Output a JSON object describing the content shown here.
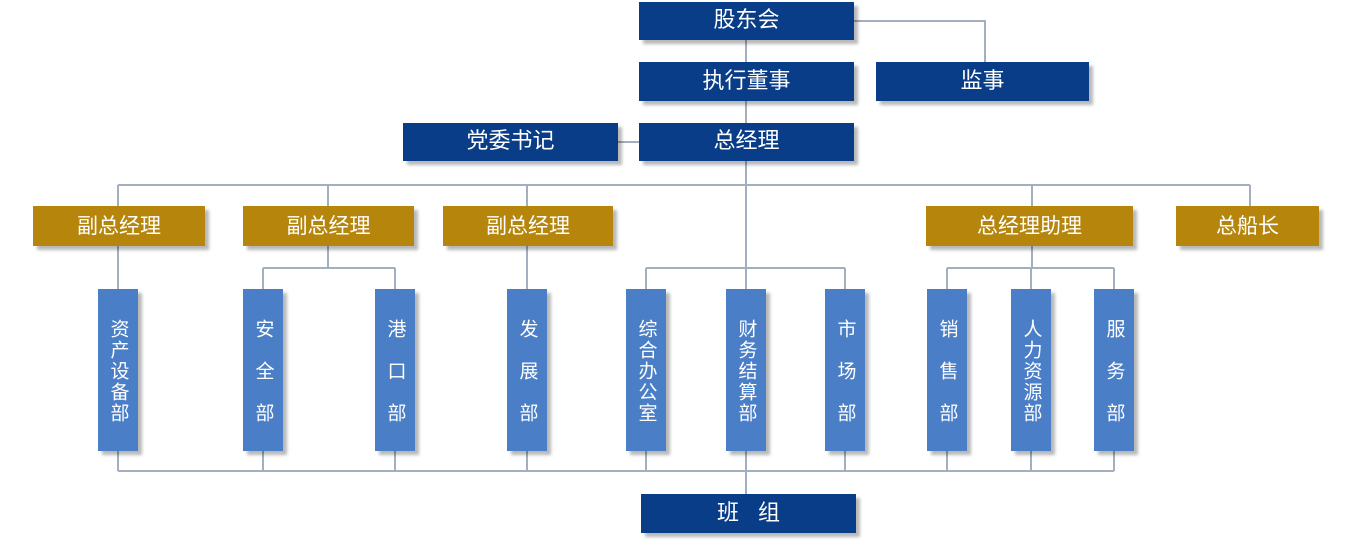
{
  "top": {
    "shareholders": "股东会",
    "executive_director": "执行董事",
    "supervisor": "监事",
    "party_secretary": "党委书记",
    "general_manager": "总经理"
  },
  "management": {
    "deputy_gm_1": "副总经理",
    "deputy_gm_2": "副总经理",
    "deputy_gm_3": "副总经理",
    "gm_assistant": "总经理助理",
    "chief_captain": "总船长"
  },
  "departments": [
    "资产设备部",
    "安全部",
    "港口部",
    "发展部",
    "综合办公室",
    "财务结算部",
    "市场部",
    "销售部",
    "人力资源部",
    "服务部"
  ],
  "bottom": {
    "team": "班 组"
  },
  "colors": {
    "top_level": "#0a3d87",
    "management": "#b5850c",
    "department": "#4a7ec7",
    "connector": "#a3afbe"
  }
}
